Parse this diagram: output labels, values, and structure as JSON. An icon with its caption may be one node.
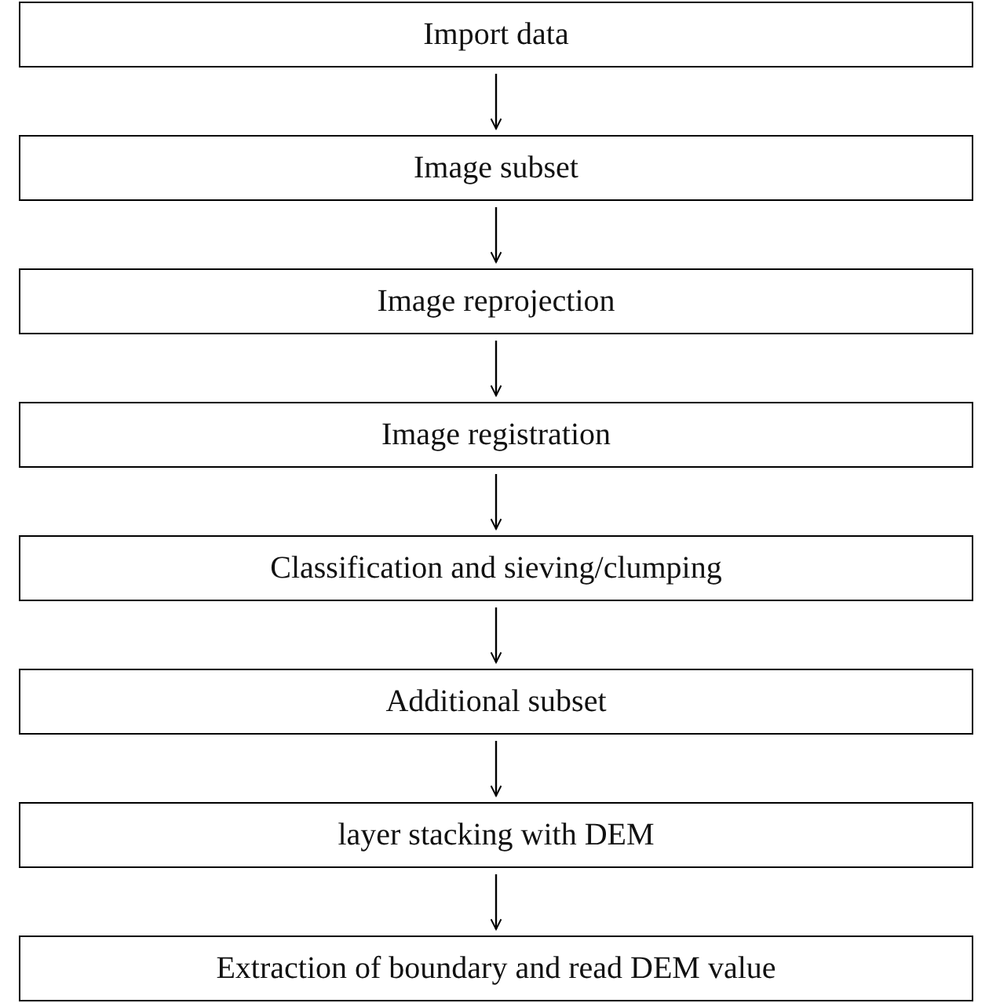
{
  "diagram": {
    "nodes": [
      {
        "text": [
          "Import data"
        ]
      },
      {
        "text": [
          "Image subset"
        ]
      },
      {
        "text": [
          "Image reprojection"
        ]
      },
      {
        "text": [
          "Image registration"
        ]
      },
      {
        "text": [
          "Classification and sieving/clumping"
        ]
      },
      {
        "text": [
          "Additional subset"
        ]
      },
      {
        "text": [
          "layer stacking with DEM"
        ]
      },
      {
        "text": [
          "Extraction of boundary and read DEM value"
        ]
      }
    ],
    "edges": [
      {
        "from": 0,
        "to": 1,
        "arrow": "to"
      },
      {
        "from": 1,
        "to": 2,
        "arrow": "to"
      },
      {
        "from": 2,
        "to": 3,
        "arrow": "to"
      },
      {
        "from": 3,
        "to": 4,
        "arrow": "to"
      },
      {
        "from": 4,
        "to": 5,
        "arrow": "to"
      },
      {
        "from": 5,
        "to": 6,
        "arrow": "to"
      },
      {
        "from": 6,
        "to": 7,
        "arrow": "to"
      }
    ]
  }
}
